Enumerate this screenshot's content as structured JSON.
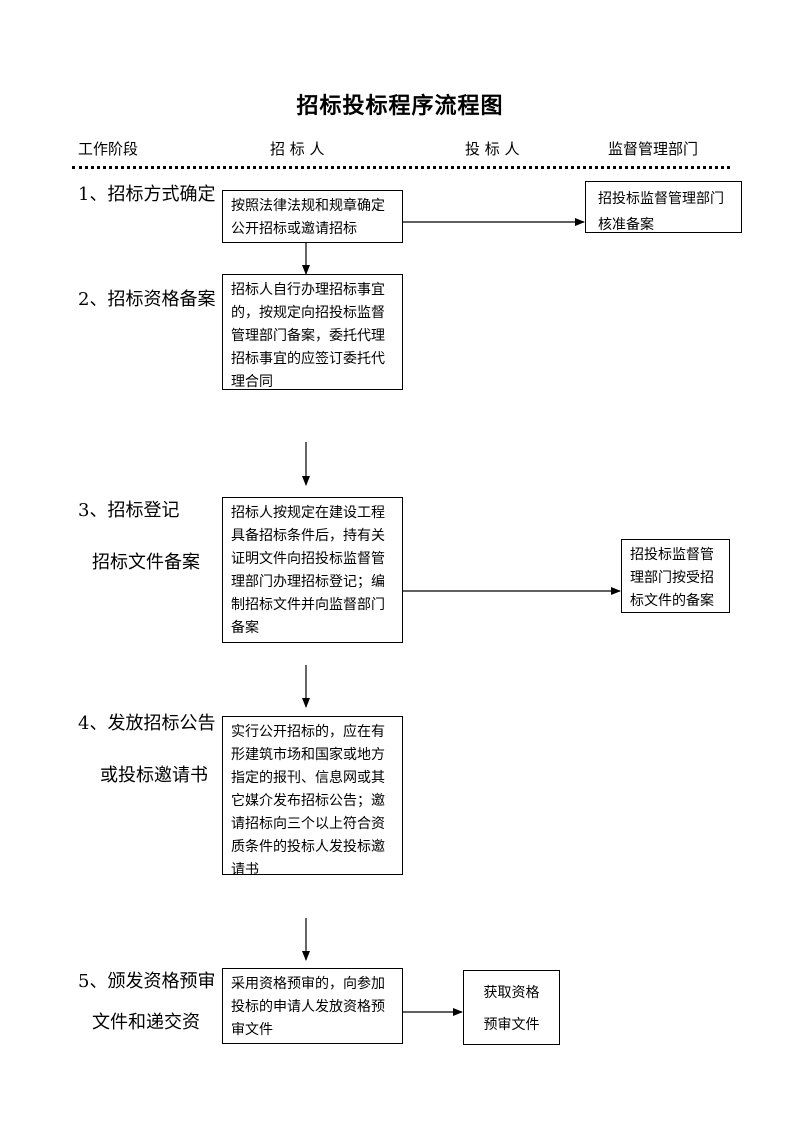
{
  "title": "招标投标程序流程图",
  "header": {
    "stage_col": "工作阶段",
    "tenderer_col": "招 标 人",
    "bidder_col": "投 标 人",
    "supervisor_col": "监督管理部门"
  },
  "stages": {
    "s1": "1、招标方式确定",
    "s2": "2、招标资格备案",
    "s3_line1": "3、招标登记",
    "s3_line2": "招标文件备案",
    "s4_line1": "4、发放招标公告",
    "s4_line2": "或投标邀请书",
    "s5_line1": "5、颁发资格预审",
    "s5_line2": "文件和递交资"
  },
  "boxes": {
    "b1": "按照法律法规和规章确定公开招标或邀请招标",
    "b1_super": "招投标监督管理部门核准备案",
    "b2": "招标人自行办理招标事宜的，按规定向招投标监督管理部门备案，委托代理招标事宜的应签订委托代理合同",
    "b3": "招标人按规定在建设工程具备招标条件后，持有关证明文件向招投标监督管理部门办理招标登记；编制招标文件并向监督部门备案",
    "b3_super": "招投标监督管理部门按受招标文件的备案",
    "b4": "实行公开招标的，应在有形建筑市场和国家或地方指定的报刊、信息网或其它媒介发布招标公告；邀请招标向三个以上符合资质条件的投标人发投标邀请书",
    "b5": "采用资格预审的，向参加投标的申请人发放资格预审文件",
    "b5_bidder_line1": "获取资格",
    "b5_bidder_line2": "预审文件"
  }
}
